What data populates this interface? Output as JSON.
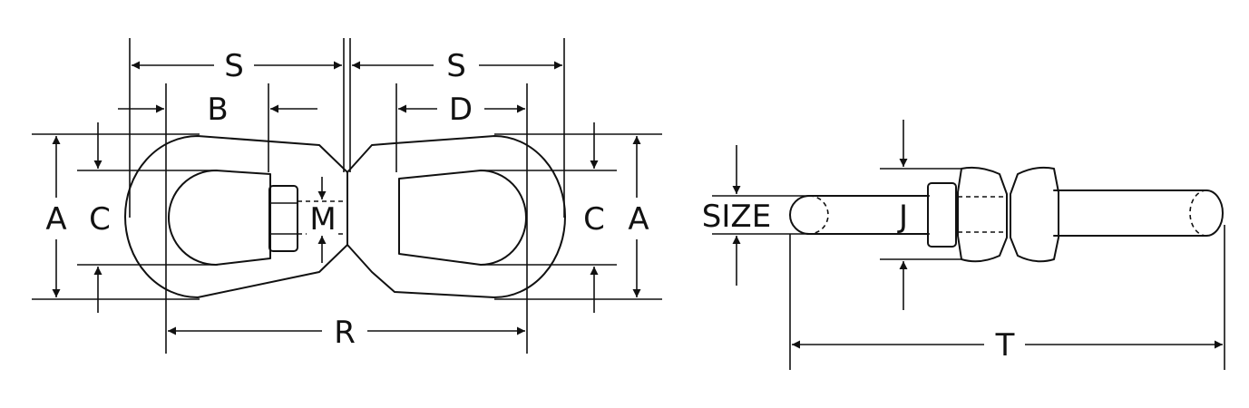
{
  "labels": {
    "s_left": "S",
    "s_right": "S",
    "b": "B",
    "d": "D",
    "a_left": "A",
    "c_left": "C",
    "m": "M",
    "c_right": "C",
    "a_right": "A",
    "r": "R",
    "size": "SIZE",
    "j": "J",
    "t": "T"
  },
  "colors": {
    "line": "#111111",
    "background": "#ffffff"
  }
}
